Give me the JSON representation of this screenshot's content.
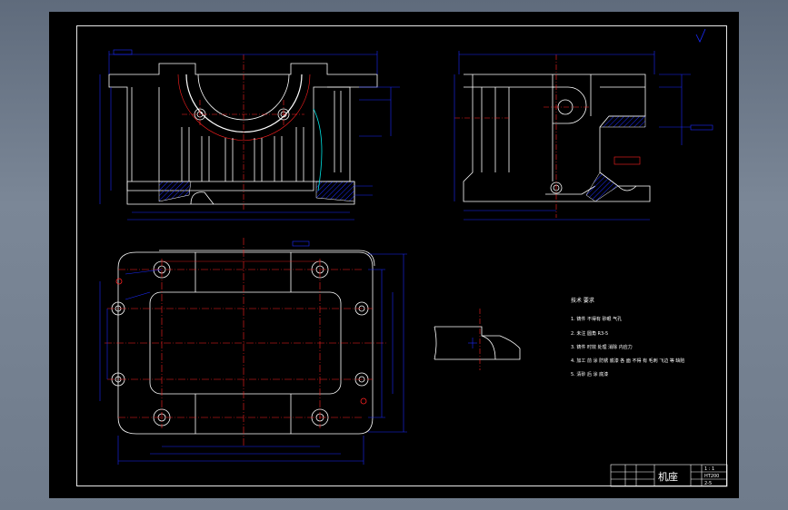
{
  "title_block": {
    "part_name": "机座",
    "scale": "1 : 1",
    "material": "HT200",
    "sheet": "2-5"
  },
  "notes": {
    "heading": "技术 要求",
    "items": [
      "1. 铸件 不得有 砂眼 气孔",
      "2. 未注 圆角 R3-5",
      "3. 铸件 时效 处理 消除 内应力",
      "4. 加工 前 涂 防锈 底漆 各 面 不得 有 毛刺 飞边 等 缺陷",
      "5. 清砂 后 涂 底漆"
    ]
  },
  "colors": {
    "background": "#000000",
    "outline": "#ffffff",
    "dimension": "#1a2bff",
    "centerline": "#ff2020",
    "hatch": "#1a2bff",
    "section_line": "#00e5e5"
  }
}
